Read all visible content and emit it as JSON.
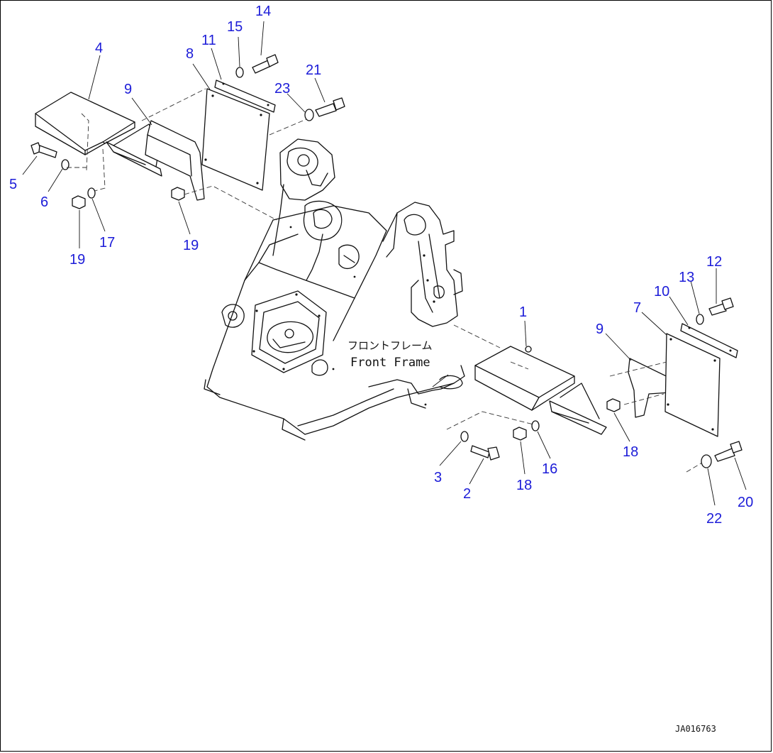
{
  "callouts": [
    "1",
    "2",
    "3",
    "4",
    "5",
    "6",
    "7",
    "8",
    "9",
    "9",
    "10",
    "11",
    "12",
    "13",
    "14",
    "15",
    "16",
    "17",
    "18",
    "18",
    "19",
    "19",
    "20",
    "21",
    "22",
    "23"
  ],
  "frame_label_jp": "フロントフレーム",
  "frame_label_en": "Front Frame",
  "drawing_code": "JA016763",
  "colors": {
    "callout": "#1c1cd8",
    "line": "#111111",
    "background": "#ffffff"
  }
}
